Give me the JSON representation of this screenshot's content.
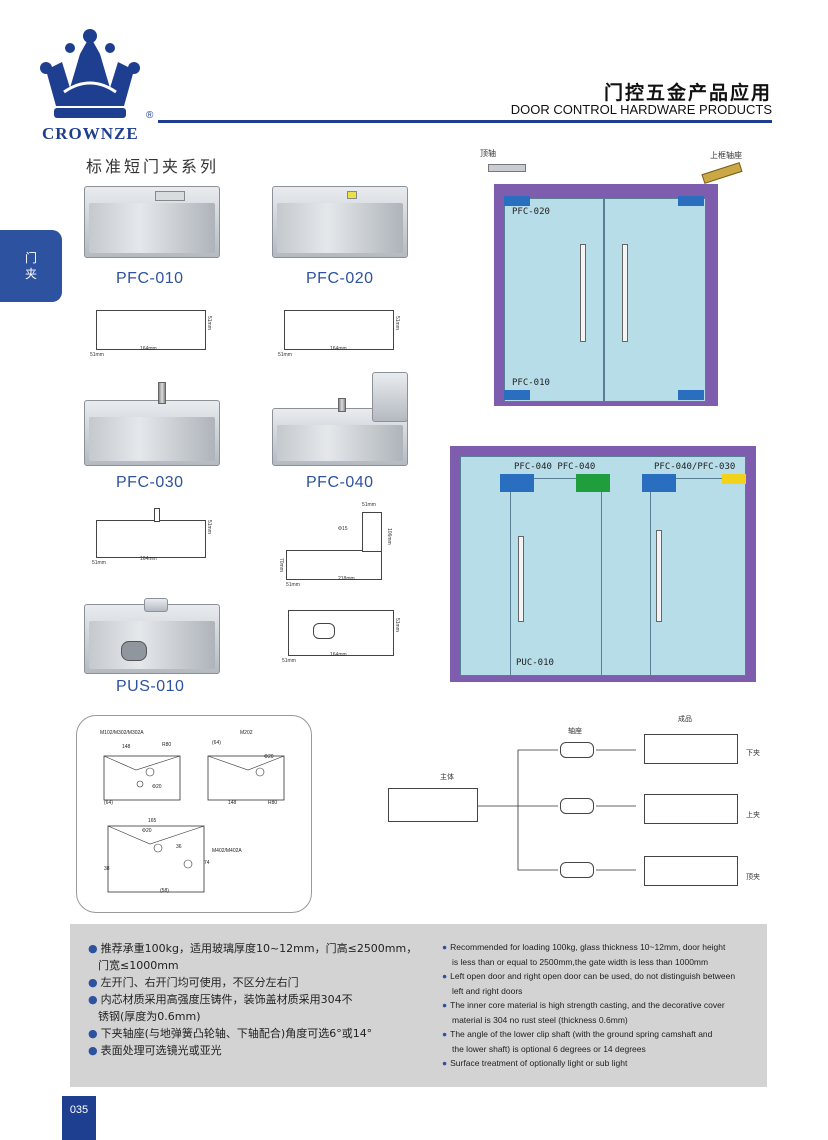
{
  "brand": {
    "name": "CROWNZE",
    "reg": "®"
  },
  "header": {
    "title_cn": "门控五金产品应用",
    "title_en": "DOOR CONTROL HARDWARE PRODUCTS"
  },
  "series": "标准短门夹系列",
  "sidetab": {
    "line1": "门",
    "line2": "夹"
  },
  "products": [
    {
      "code": "PFC-010"
    },
    {
      "code": "PFC-020"
    },
    {
      "code": "PFC-030"
    },
    {
      "code": "PFC-040"
    },
    {
      "code": "PUS-010"
    }
  ],
  "dims": {
    "d1": {
      "len": "164mm",
      "h": "51mm",
      "w": "51mm"
    },
    "d2": {
      "len": "164mm",
      "h": "51mm",
      "w": "51mm"
    },
    "d3": {
      "len": "164mm",
      "h": "51mm",
      "w": "51mm"
    },
    "d4": {
      "len": "218mm",
      "h": "106mm",
      "w": "51mm",
      "top": "51mm",
      "pin": "Φ15",
      "mid": "70mm"
    },
    "d5": {
      "len": "164mm",
      "h": "51mm",
      "w": "51mm"
    }
  },
  "door1": {
    "top_label": "顶轴",
    "top_label2": "上框轴座",
    "upper": "PFC-020",
    "lower": "PFC-010"
  },
  "door2": {
    "left_labels": "PFC-040  PFC-040",
    "right_labels": "PFC-040/PFC-030",
    "lower": "PUC-010"
  },
  "tech": {
    "m1": "M102/M302/M302A",
    "m2": "M202",
    "m3": "M402/M402A",
    "v148": "148",
    "r80": "R80",
    "phi20": "Φ20",
    "v64": "(64)",
    "v165": "165",
    "v58": "(58)",
    "v36": "36",
    "v74": "74",
    "v38": "38"
  },
  "assembly": {
    "main": "主体",
    "shaft": "轴座",
    "finished": "成品",
    "lower": "下夹",
    "upper": "上夹",
    "top": "顶夹"
  },
  "spec_cn": [
    "推荐承重100kg，适用玻璃厚度10~12mm，门高≤2500mm，",
    "门宽≤1000mm",
    "左开门、右开门均可使用，不区分左右门",
    "内芯材质采用高强度压铸件，装饰盖材质采用304不",
    "锈钢(厚度为0.6mm)",
    "下夹轴座(与地弹簧凸轮轴、下轴配合)角度可选6°或14°",
    "表面处理可选镜光或亚光"
  ],
  "spec_en": [
    "Recommended for loading 100kg, glass thickness 10~12mm, door height",
    "is less than or equal to 2500mm,the gate width is less than 1000mm",
    "Left open door and right open door can be used, do not distinguish between",
    "left and right doors",
    "The inner core material is high strength casting, and the decorative cover",
    "material is 304 no rust steel (thickness 0.6mm)",
    "The angle of the lower clip shaft (with the ground spring camshaft and",
    "the lower shaft) is optional 6 degrees or 14 degrees",
    "Surface treatment of optionally light or sub light"
  ],
  "page": "035",
  "colors": {
    "brand": "#1e3f8f",
    "accent": "#2d52a0",
    "door_frame": "#7f5dae",
    "glass": "#b7dde8",
    "clip_blue": "#2a6fbf",
    "clip_green": "#1e9e3c",
    "clip_yellow": "#f2d21b"
  }
}
